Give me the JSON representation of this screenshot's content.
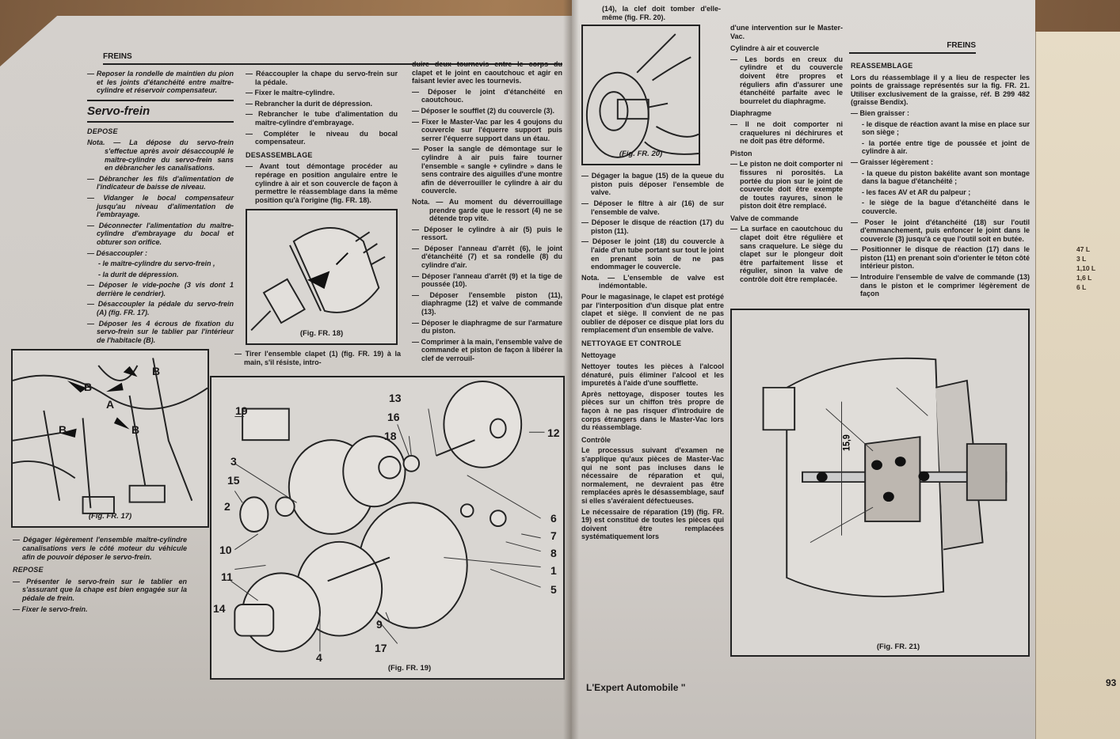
{
  "left_page": {
    "header": "FREINS",
    "col1": [
      {
        "t": "b",
        "text": "Reposer la rondelle de maintien du pion et les joints d'étanchéité entre maître-cylindre et réservoir compensateur."
      },
      {
        "t": "title",
        "text": "Servo-frein"
      },
      {
        "t": "sub",
        "text": "DEPOSE"
      },
      {
        "t": "note",
        "text": "Nota. — La dépose du servo-frein s'effectue après avoir désaccouplé le maître-cylindre du servo-frein sans en débrancher les canalisations."
      },
      {
        "t": "b",
        "text": "Débrancher les fils d'alimentation de l'indicateur de baisse de niveau."
      },
      {
        "t": "b",
        "text": "Vidanger le bocal compensateur jusqu'au niveau d'alimentation de l'embrayage."
      },
      {
        "t": "b",
        "text": "Déconnecter l'alimentation du maître-cylindre d'embrayage du bocal et obturer son orifice."
      },
      {
        "t": "b",
        "text": "Désaccoupler :"
      },
      {
        "t": "d",
        "text": "- le maître-cylindre du servo-frein ,"
      },
      {
        "t": "d",
        "text": "- la durit de dépression."
      },
      {
        "t": "b",
        "text": "Déposer le vide-poche (3 vis dont 1 derrière le cendrier)."
      },
      {
        "t": "b",
        "text": "Désaccoupler la pédale du servo-frein (A) (fig. FR. 17)."
      },
      {
        "t": "b",
        "text": "Déposer les 4 écrous de fixation du servo-frein sur le tablier par l'intérieur de l'habitacle (B)."
      }
    ],
    "col2": [
      {
        "t": "b",
        "text": "Réaccoupler la chape du servo-frein sur la pédale."
      },
      {
        "t": "b",
        "text": "Fixer le maître-cylindre."
      },
      {
        "t": "b",
        "text": "Rebrancher la durit de dépression."
      },
      {
        "t": "b",
        "text": "Rebrancher le tube d'alimentation du maître-cylindre d'embrayage."
      },
      {
        "t": "b",
        "text": "Compléter le niveau du bocal compensateur."
      },
      {
        "t": "sub",
        "text": "DESASSEMBLAGE"
      },
      {
        "t": "b",
        "text": "Avant tout démontage procéder au repérage en position angulaire entre le cylindre à air et son couvercle de façon à permettre le réassemblage dans la même position qu'à l'origine (fig. FR. 18)."
      }
    ],
    "col2_after_fig": [
      {
        "t": "b",
        "text": "Tirer l'ensemble clapet (1) (fig. FR. 19) à la main, s'il résiste, intro-"
      }
    ],
    "col3": [
      {
        "t": "p",
        "text": "duire deux tournevis entre le corps du clapet et le joint en caoutchouc et agir en faisant levier avec les tournevis."
      },
      {
        "t": "b",
        "text": "Déposer le joint d'étanchéité en caoutchouc."
      },
      {
        "t": "b",
        "text": "Déposer le soufflet (2) du couvercle (3)."
      },
      {
        "t": "b",
        "text": "Fixer le Master-Vac par les 4 goujons du couvercle sur l'équerre support puis serrer l'équerre support dans un étau."
      },
      {
        "t": "b",
        "text": "Poser la sangle de démontage sur le cylindre à air puis faire tourner l'ensemble « sangle + cylindre » dans le sens contraire des aiguilles d'une montre afin de déverrouiller le cylindre à air du couvercle."
      },
      {
        "t": "note",
        "text": "Nota. — Au moment du déverrouillage prendre garde que le ressort (4) ne se détende trop vite."
      },
      {
        "t": "b",
        "text": "Déposer le cylindre à air (5) puis le ressort."
      },
      {
        "t": "b",
        "text": "Déposer l'anneau d'arrêt (6), le joint d'étanchéité (7) et sa rondelle (8) du cylindre d'air."
      },
      {
        "t": "b",
        "text": "Déposer l'anneau d'arrêt (9) et la tige de poussée (10)."
      },
      {
        "t": "b",
        "text": "Déposer l'ensemble piston (11), diaphragme (12) et valve de commande (13)."
      },
      {
        "t": "b",
        "text": "Déposer le diaphragme de sur l'armature du piston."
      },
      {
        "t": "b",
        "text": "Comprimer à la main, l'ensemble valve de commande et piston de façon à libérer la clef de verrouil-"
      }
    ],
    "col0_bottom": [
      {
        "t": "b",
        "text": "Dégager légèrement l'ensemble maître-cylindre canalisations vers le côté moteur du véhicule afin de pouvoir déposer le servo-frein."
      },
      {
        "t": "sub",
        "text": "REPOSE"
      },
      {
        "t": "b",
        "text": "Présenter le servo-frein sur le tablier en s'assurant que la chape est bien engagée sur la pédale de frein."
      },
      {
        "t": "b",
        "text": "Fixer le servo-frein."
      }
    ],
    "fig17": {
      "caption": "(Fig. FR. 17)",
      "labels": [
        "B",
        "B",
        "B",
        "B",
        "A"
      ]
    },
    "fig18": {
      "caption": "(Fig. FR. 18)"
    },
    "fig19": {
      "caption": "(Fig. FR. 19)",
      "numbers": [
        "19",
        "3",
        "15",
        "2",
        "10",
        "11",
        "14",
        "4",
        "17",
        "9",
        "13",
        "16",
        "18",
        "12",
        "6",
        "7",
        "8",
        "1",
        "5"
      ]
    }
  },
  "right_page": {
    "header": "FREINS",
    "col1_top": [
      {
        "t": "p",
        "text": "(14), la clef doit tomber d'elle-même (fig. FR. 20)."
      }
    ],
    "col1": [
      {
        "t": "b",
        "text": "Dégager la bague (15) de la queue du piston puis déposer l'ensemble de valve."
      },
      {
        "t": "b",
        "text": "Déposer le filtre à air (16) de sur l'ensemble de valve."
      },
      {
        "t": "b",
        "text": "Déposer le disque de réaction (17) du piston (11)."
      },
      {
        "t": "b",
        "text": "Déposer le joint (18) du couvercle à l'aide d'un tube portant sur tout le joint en prenant soin de ne pas endommager le couvercle."
      },
      {
        "t": "note",
        "text": "Nota. — L'ensemble de valve est indémontable."
      },
      {
        "t": "p",
        "text": "Pour le magasinage, le clapet est protégé par l'interposition d'un disque plat entre clapet et siège. Il convient de ne pas oublier de déposer ce disque plat lors du remplacement d'un ensemble de valve."
      },
      {
        "t": "sub",
        "text": "NETTOYAGE ET CONTROLE"
      },
      {
        "t": "subi",
        "text": "Nettoyage"
      },
      {
        "t": "p",
        "text": "Nettoyer toutes les pièces à l'alcool dénaturé, puis éliminer l'alcool et les impuretés à l'aide d'une soufflette."
      },
      {
        "t": "p",
        "text": "Après nettoyage, disposer toutes les pièces sur un chiffon très propre de façon à ne pas risquer d'introduire de corps étrangers dans le Master-Vac lors du réassemblage."
      },
      {
        "t": "subi",
        "text": "Contrôle"
      },
      {
        "t": "p",
        "text": "Le processus suivant d'examen ne s'applique qu'aux pièces de Master-Vac qui ne sont pas incluses dans le nécessaire de réparation et qui, normalement, ne devraient pas être remplacées après le désassemblage, sauf si elles s'avéraient défectueuses."
      },
      {
        "t": "p",
        "text": "Le nécessaire de réparation (19) (fig. FR. 19) est constitué de toutes les pièces qui doivent être remplacées systématiquement lors"
      }
    ],
    "col2": [
      {
        "t": "p",
        "text": "d'une intervention sur le Master-Vac."
      },
      {
        "t": "subi",
        "text": "Cylindre à air et couvercle"
      },
      {
        "t": "b",
        "text": "Les bords en creux du cylindre et du couvercle doivent être propres et réguliers afin d'assurer une étanchéité parfaite avec le bourrelet du diaphragme."
      },
      {
        "t": "subi",
        "text": "Diaphragme"
      },
      {
        "t": "b",
        "text": "Il ne doit comporter ni craquelures ni déchirures et ne doit pas être déformé."
      },
      {
        "t": "subi",
        "text": "Piston"
      },
      {
        "t": "b",
        "text": "Le piston ne doit comporter ni fissures ni porosités. La portée du pion sur le joint de couvercle doit être exempte de toutes rayures, sinon le piston doit être remplacé."
      },
      {
        "t": "subi",
        "text": "Valve de commande"
      },
      {
        "t": "b",
        "text": "La surface en caoutchouc du clapet doit être régulière et sans craquelure. Le siège du clapet sur le plongeur doit être parfaitement lisse et régulier, sinon la valve de contrôle doit être remplacée."
      }
    ],
    "col3": [
      {
        "t": "sub",
        "text": "REASSEMBLAGE"
      },
      {
        "t": "p",
        "text": "Lors du réassemblage il y a lieu de respecter les points de graissage représentés sur la fig. FR. 21. Utiliser exclusivement de la graisse, réf. B 299 482 (graisse Bendix)."
      },
      {
        "t": "b",
        "text": "Bien graisser :"
      },
      {
        "t": "d",
        "text": "- le disque de réaction avant la mise en place sur son siège ;"
      },
      {
        "t": "d",
        "text": "- la portée entre tige de poussée et joint de cylindre à air."
      },
      {
        "t": "b",
        "text": "Graisser légèrement :"
      },
      {
        "t": "d",
        "text": "- la queue du piston bakélite avant son montage dans la bague d'étanchéité ;"
      },
      {
        "t": "d",
        "text": "- les faces AV et AR du palpeur ;"
      },
      {
        "t": "d",
        "text": "- le siège de la bague d'étanchéité dans le couvercle."
      },
      {
        "t": "b",
        "text": "Poser le joint d'étanchéité (18) sur l'outil d'emmanchement, puis enfoncer le joint dans le couvercle (3) jusqu'à ce que l'outil soit en butée."
      },
      {
        "t": "b",
        "text": "Positionner le disque de réaction (17) dans le piston (11) en prenant soin d'orienter le téton côté intérieur piston."
      },
      {
        "t": "b",
        "text": "Introduire l'ensemble de valve de commande (13) dans le piston et le comprimer légèrement de façon"
      }
    ],
    "fig20": {
      "caption": "(Fig. FR. 20)"
    },
    "fig21": {
      "caption": "(Fig. FR. 21)",
      "dimension": "15,9"
    },
    "footer": "L'Expert Automobile \"",
    "page_number": "93"
  },
  "side_sheet": {
    "volumes": [
      "47 L",
      "3 L",
      "1,10 L",
      "1,6 L",
      "6 L"
    ]
  }
}
